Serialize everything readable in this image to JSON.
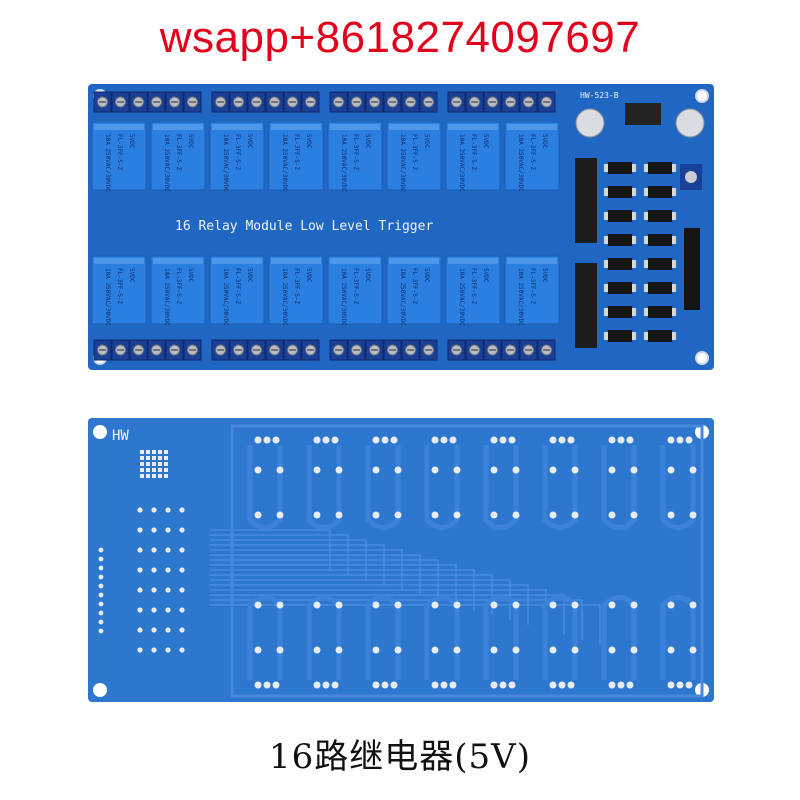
{
  "header": {
    "contact_text": "wsapp+8618274097697"
  },
  "top_board": {
    "model_label": "HW-523-B",
    "title_silk": "16 Relay Module  Low Level Trigger",
    "relay_count": 16,
    "relay_text_lines": [
      "10A 250VAC/30VDC",
      "FL-3FF-S-Z",
      "5VDC"
    ],
    "colors": {
      "pcb": "#1f67c3",
      "relay": "#2b7fe0",
      "terminal": "#1a3f96"
    }
  },
  "bottom_board": {
    "brand_silk": "HW",
    "colors": {
      "pcb": "#2e77cf",
      "pad": "#e9edf3"
    }
  },
  "caption": {
    "product_text": "16路继电器(5V)"
  }
}
